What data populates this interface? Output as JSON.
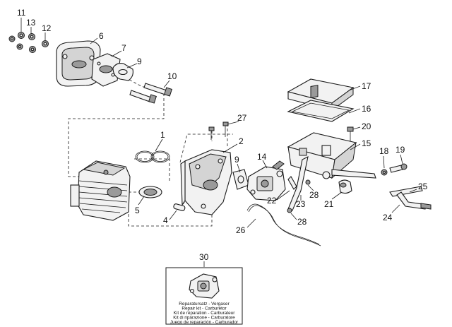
{
  "diagram": {
    "callouts": [
      {
        "id": "11",
        "label": "11"
      },
      {
        "id": "13",
        "label": "13"
      },
      {
        "id": "12",
        "label": "12"
      },
      {
        "id": "6",
        "label": "6"
      },
      {
        "id": "7",
        "label": "7"
      },
      {
        "id": "9a",
        "label": "9"
      },
      {
        "id": "10",
        "label": "10"
      },
      {
        "id": "1",
        "label": "1"
      },
      {
        "id": "27",
        "label": "27"
      },
      {
        "id": "2",
        "label": "2"
      },
      {
        "id": "9b",
        "label": "9"
      },
      {
        "id": "14",
        "label": "14"
      },
      {
        "id": "5",
        "label": "5"
      },
      {
        "id": "4",
        "label": "4"
      },
      {
        "id": "17",
        "label": "17"
      },
      {
        "id": "16",
        "label": "16"
      },
      {
        "id": "20",
        "label": "20"
      },
      {
        "id": "15",
        "label": "15"
      },
      {
        "id": "18",
        "label": "18"
      },
      {
        "id": "19",
        "label": "19"
      },
      {
        "id": "22",
        "label": "22"
      },
      {
        "id": "28a",
        "label": "28"
      },
      {
        "id": "23",
        "label": "23"
      },
      {
        "id": "21",
        "label": "21"
      },
      {
        "id": "28b",
        "label": "28"
      },
      {
        "id": "26",
        "label": "26"
      },
      {
        "id": "25",
        "label": "25"
      },
      {
        "id": "24",
        "label": "24"
      },
      {
        "id": "30",
        "label": "30"
      }
    ],
    "repair_kit": {
      "lines": [
        "Reparatursatz - Vergaser",
        "Repair kit - Carburetor",
        "Kit de réparation - Carburateur",
        "Kit di riparazione - Carburatore",
        "Juego de reparación - Carburador"
      ]
    }
  }
}
